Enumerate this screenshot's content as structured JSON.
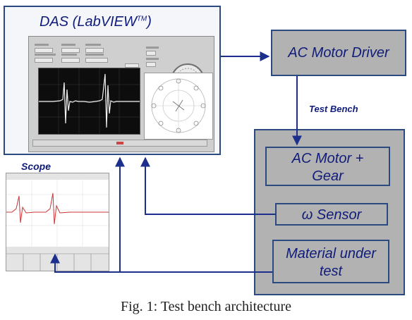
{
  "diagram": {
    "das": {
      "title": "DAS (LabVIEW",
      "title_sup": "TM",
      "title_close": ")"
    },
    "motor_driver": {
      "label": "AC Motor Driver"
    },
    "test_bench": {
      "label": "Test  Bench"
    },
    "motor_gear": {
      "line1": "AC Motor +",
      "line2": "Gear"
    },
    "sensor": {
      "label": "ω Sensor"
    },
    "material": {
      "line1": "Material under",
      "line2": "test"
    },
    "scope": {
      "label": "Scope"
    },
    "caption": "Fig. 1: Test bench architecture"
  },
  "colors": {
    "box_fill": "#b2b2b2",
    "box_border": "#2b4a80",
    "label_text": "#101c7a",
    "arrow": "#1c2f8c",
    "scope_trace": "#cc3333"
  }
}
